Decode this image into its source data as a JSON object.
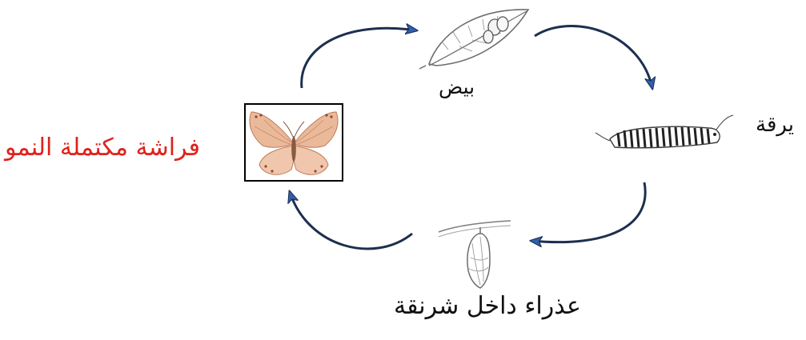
{
  "colors": {
    "arrow": "#1e2f4f",
    "arrowhead": "#2f5fb0",
    "adult_label": "#e0211b",
    "text": "#111111"
  },
  "stages": {
    "egg": {
      "label": "بيض",
      "icon": "leaf-with-eggs-icon"
    },
    "larva": {
      "label": "يرقة",
      "icon": "caterpillar-icon"
    },
    "pupa": {
      "label": "عذراء داخل شرنقة",
      "icon": "chrysalis-icon"
    },
    "adult": {
      "label": "فراشة مكتملة النمو",
      "icon": "butterfly-icon"
    }
  }
}
